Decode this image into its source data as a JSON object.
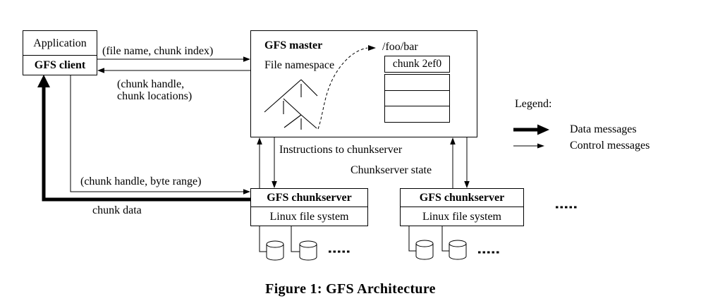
{
  "diagram": {
    "client": {
      "app_label": "Application",
      "client_label": "GFS client"
    },
    "master": {
      "title": "GFS master",
      "namespace_label": "File namespace",
      "path_label": "/foo/bar",
      "chunk_label": "chunk 2ef0"
    },
    "chunkservers": [
      {
        "title": "GFS chunkserver",
        "fs_label": "Linux file system"
      },
      {
        "title": "GFS chunkserver",
        "fs_label": "Linux file system"
      }
    ],
    "arrows": {
      "file_name_chunk_index": "(file name, chunk index)",
      "chunk_handle_locations": "(chunk handle,\n chunk locations)",
      "instructions": "Instructions to chunkserver",
      "chunkserver_state": "Chunkserver state",
      "chunk_handle_byte_range": "(chunk handle, byte range)",
      "chunk_data": "chunk data"
    },
    "legend": {
      "title": "Legend:",
      "data_label": "Data messages",
      "control_label": "Control messages"
    },
    "caption": "Figure 1: GFS Architecture",
    "colors": {
      "ink": "#000000",
      "paper": "#ffffff"
    }
  }
}
